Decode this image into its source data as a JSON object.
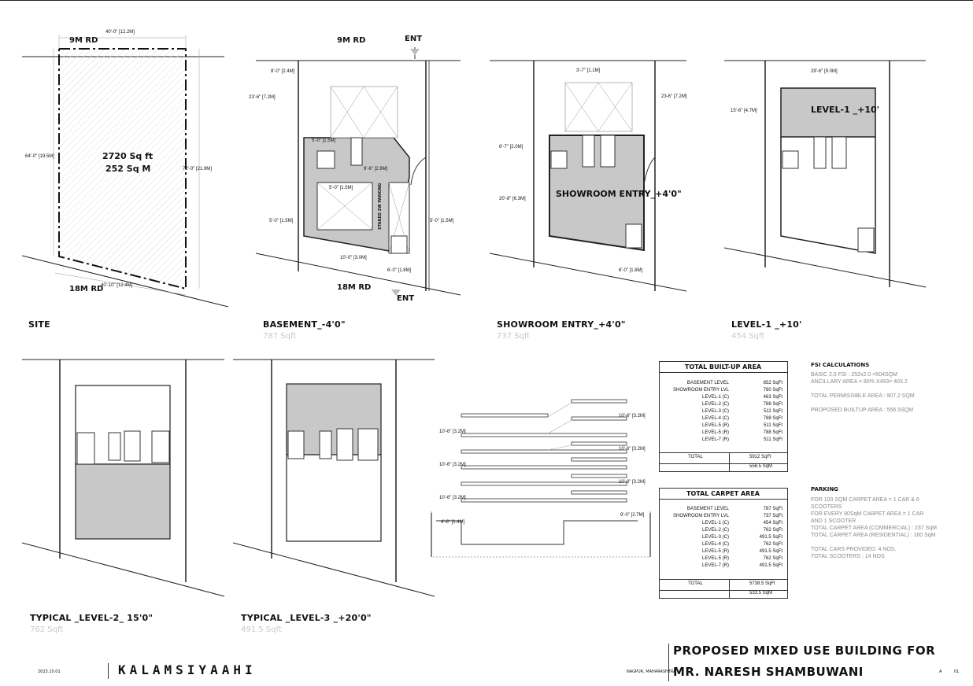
{
  "site": {
    "title": "SITE",
    "road_top": "9M RD",
    "road_bottom": "18M RD",
    "dim_top": "40'-0\" [12.2M]",
    "dim_bottom": "40'-10\" [12.4M]",
    "dim_left": "64'-0\" [19.5M]",
    "dim_right": "72'-0\" [21.9M]",
    "area_sqft": "2720 Sq ft",
    "area_sqm": "252 Sq M"
  },
  "basement": {
    "title": "BASEMENT_-4'0\"",
    "area": "787 Sqft",
    "road_top": "9M RD",
    "road_bottom": "18M RD",
    "ent_top": "ENT",
    "ent_bottom": "ENT",
    "dims": [
      "8'-0\" [2.4M]",
      "23'-6\" [7.2M]",
      "5'-0\" [1.5M]",
      "9'-6\" [2.9M]",
      "5'-0\" [1.5M]",
      "5'-0\" [1.5M]",
      "5'-0\" [1.5M]",
      "10'-0\" [3.0M]",
      "6'-0\" [1.8M]"
    ],
    "parking_label": "STAKED 2W PARKING"
  },
  "showroom": {
    "title": "SHOWROOM ENTRY_+4'0\"",
    "area": "737 Sqft",
    "label": "SHOWROOM ENTRY_+4'0\"",
    "dims": [
      "3'-7\" [1.1M]",
      "23-6\" [7.2M]",
      "6'-7\" [2.0M]",
      "20'-8\" [6.3M]",
      "6'-0\" [1.8M]"
    ]
  },
  "level1": {
    "title": "LEVEL-1 _+10'",
    "area": "454 Sqft",
    "label": "LEVEL-1 _+10'",
    "dims": [
      "29'-6\" [9.0M]",
      "15'-6\" [4.7M]"
    ]
  },
  "level2": {
    "title": "TYPICAL _LEVEL-2_ 15'0\"",
    "area": "762 Sqft"
  },
  "level3": {
    "title": "TYPICAL _LEVEL-3 _+20'0\"",
    "area": "491.5 Sqft"
  },
  "section": {
    "dims_left": [
      "10'-6\" [3.2M]",
      "10'-6\" [3.2M]",
      "10'-6\" [3.2M]",
      "4'-6\" [1.4M]"
    ],
    "dims_right": [
      "10'-6\" [3.2M]",
      "10'-6\" [3.2M]",
      "10'-6\" [3.2M]",
      "9'-0\" [2.7M]"
    ]
  },
  "builtup": {
    "heading": "TOTAL BUILT-UP AREA",
    "rows": [
      [
        "BASEMENT LEVEL",
        "852 SqFt"
      ],
      [
        "SHOWROOM ENTRY LVL",
        "780 SqFt"
      ],
      [
        "LEVEL-1 (C)",
        "463 SqFt"
      ],
      [
        "LEVEL-2 (C)",
        "788 SqFt"
      ],
      [
        "LEVEL-3 (C)",
        "511 SqFt"
      ],
      [
        "LEVEL-4 (C)",
        "788 SqFt"
      ],
      [
        "LEVEL-5 (R)",
        "511 SqFt"
      ],
      [
        "LEVEL-5 (R)",
        "788 SqFt"
      ],
      [
        "LEVEL-7 (R)",
        "511 SqFt"
      ]
    ],
    "total_label": "TOTAL",
    "total_sqft": "5912 SqFt",
    "total_sqm": "556.5 SqM"
  },
  "carpet": {
    "heading": "TOTAL CARPET AREA",
    "rows": [
      [
        "BASEMENT LEVEL",
        "787 SqFt"
      ],
      [
        "SHOWROOM ENTRY LVL",
        "737 SqFt"
      ],
      [
        "LEVEL-1 (C)",
        "454 SqFt"
      ],
      [
        "LEVEL-2 (C)",
        "762 SqFt"
      ],
      [
        "LEVEL-3 (C)",
        "491.5 SqFt"
      ],
      [
        "LEVEL-4 (C)",
        "762 SqFt"
      ],
      [
        "LEVEL-5 (R)",
        "491.5 SqFt"
      ],
      [
        "LEVEL-5 (R)",
        "762 SqFt"
      ],
      [
        "LEVEL-7 (R)",
        "491.5 SqFt"
      ]
    ],
    "total_label": "TOTAL",
    "total_sqft": "5738.5 SqFt",
    "total_sqm": "533.5 SqM"
  },
  "fsi": {
    "heading": "FSI CALCULATIONS",
    "lines": [
      "BASIC 2.0 FSI : 252x2.0 =504SQM",
      "ANCILLARY AREA = 80% X493= 403.2",
      "",
      "TOTAL PERMISSIBLE AREA : 907.2 SQM",
      "",
      "PROPOSED BUILTUP AREA : 556.5SQM"
    ]
  },
  "parking": {
    "heading": "PARKING",
    "lines": [
      "FOR 100 SQM CARPET AREA = 1 CAR & 6",
      "SCOOTERS",
      "FOR EVERY 80SqM CARPET AREA = 1 CAR",
      "AND 1 SCOOTER",
      "TOTAL CARPET AREA (COMMERCIAL) : 237 SqM",
      "TOTAL CARPET AREA (RESIDENTIAL) : 160 SqM",
      "",
      "TOTAL CARS PROVIDED: 4 NOS.",
      "TOTAL SCOOTERS : 14 NOS."
    ]
  },
  "footer": {
    "date": "2023.10.01",
    "brand": "KALAMSIYAAHI",
    "location": "NAGPUR, MAHARASHTRA",
    "project_line1": "PROPOSED MIXED USE BUILDING FOR",
    "project_line2": "MR. NARESH SHAMBUWANI",
    "sheet_a": "A",
    "sheet_num": "01"
  },
  "colors": {
    "fill": "#c8c8c8",
    "line": "#222222",
    "faint": "#bbbbbb"
  }
}
